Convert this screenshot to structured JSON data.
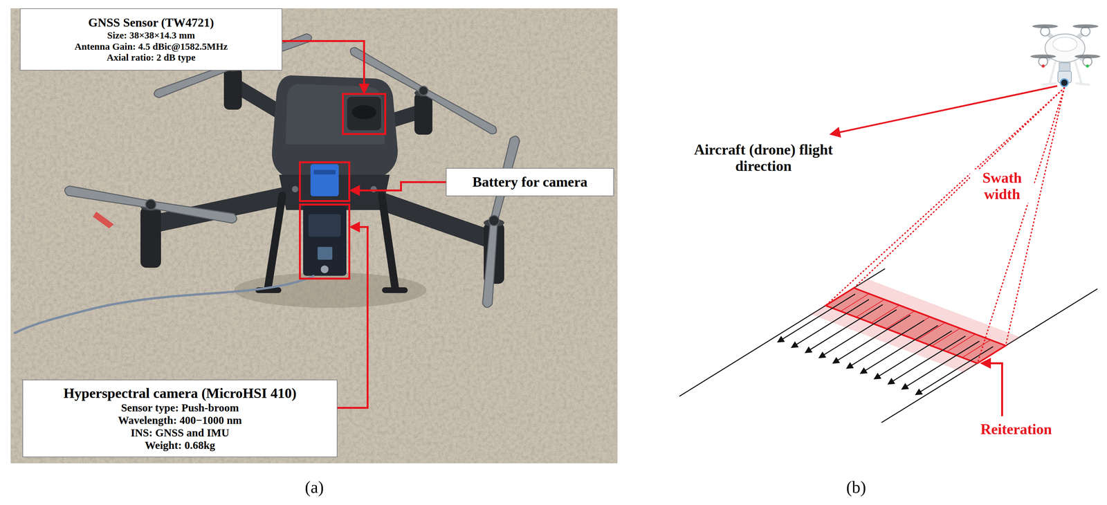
{
  "diagram": {
    "nodes": [
      {
        "text": [
          "GNSS Sensor (TW4721)",
          "Size: 38×38×14.3 mm",
          "Antenna Gain: 4.5 dBic@1582.5MHz",
          "Axial ratio: 2 dB type"
        ]
      },
      {
        "text": [
          "Battery for camera"
        ]
      },
      {
        "text": [
          "Hyperspectral camera (MicroHSI 410)",
          "Sensor type: Push-broom",
          "Wavelength: 400−1000 nm",
          "INS: GNSS and IMU",
          "Weight: 0.68kg"
        ]
      }
    ],
    "labels": [
      "Aircraft (drone) flight direction",
      "Swath width",
      "Reiteration",
      "(a)",
      "(b)"
    ]
  }
}
